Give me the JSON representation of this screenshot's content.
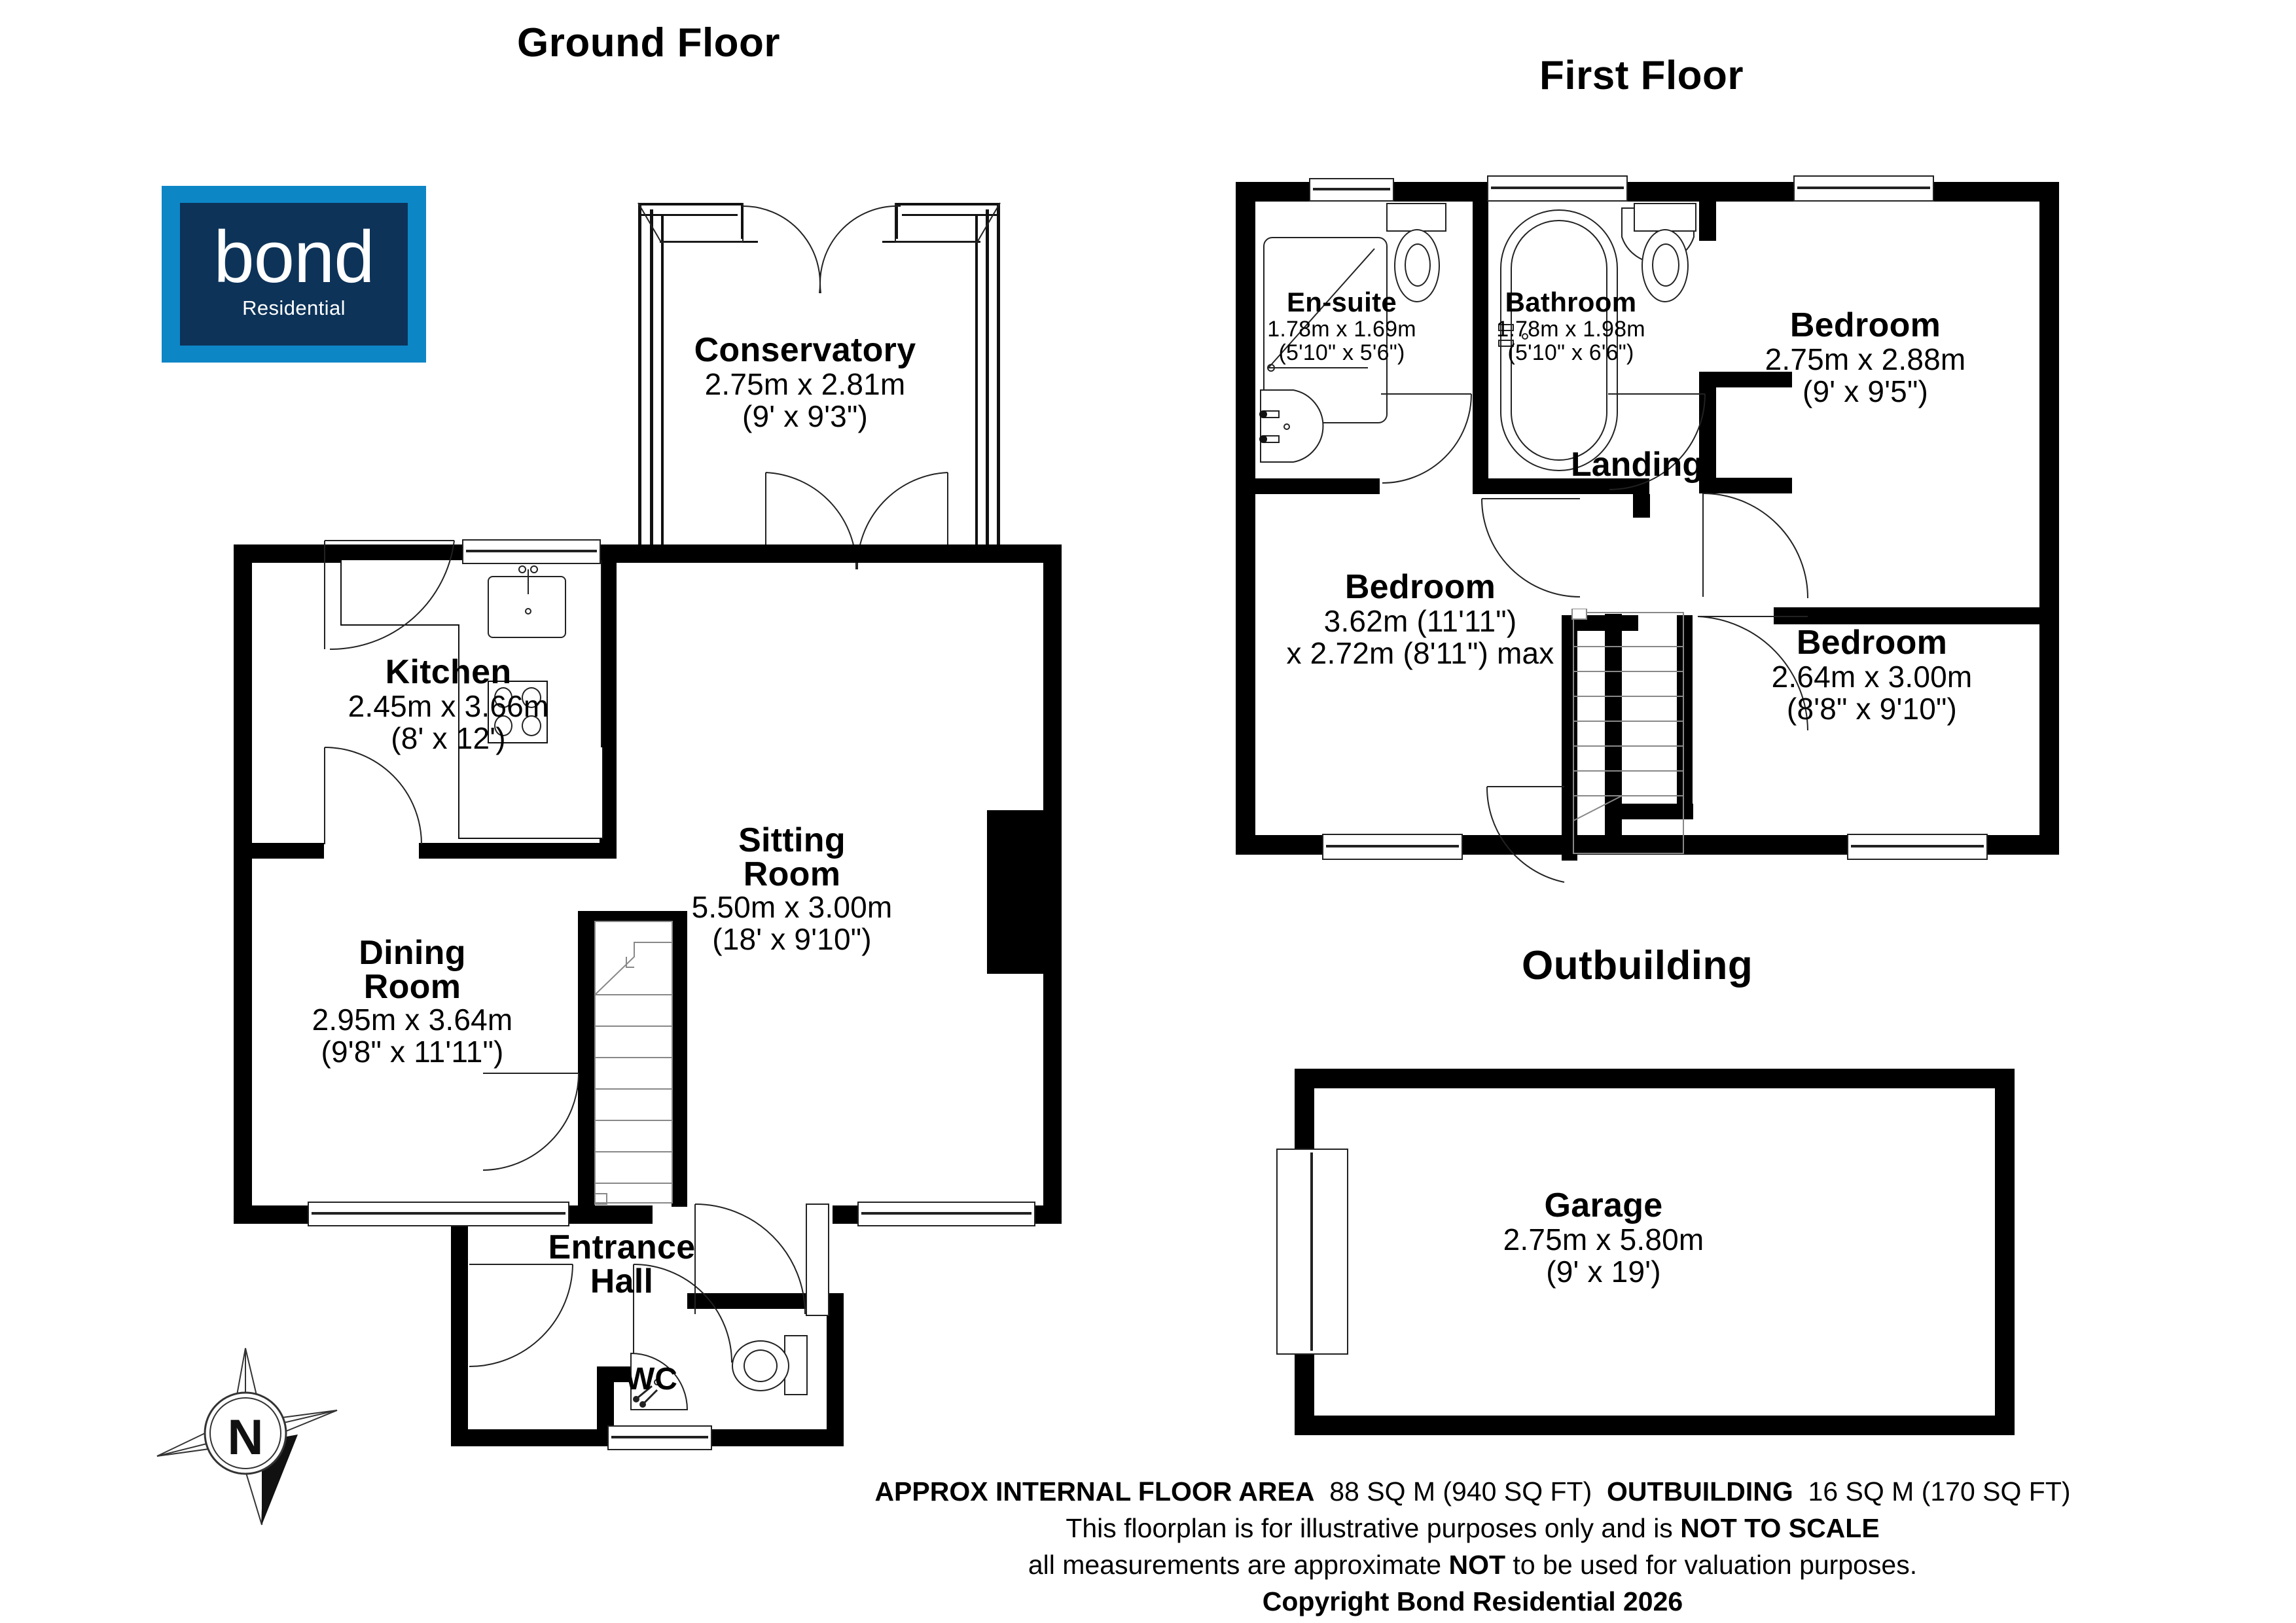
{
  "brand": {
    "logo_word": "bond",
    "logo_sub": "Residential"
  },
  "titles": {
    "ground_floor": "Ground Floor",
    "first_floor": "First Floor",
    "outbuilding": "Outbuilding"
  },
  "compass": {
    "north_letter": "N"
  },
  "ground_floor": {
    "rooms": [
      {
        "name": "Conservatory",
        "metric": "2.75m x 2.81m",
        "imperial": "(9' x 9'3\")"
      },
      {
        "name": "Kitchen",
        "metric": "2.45m x 3.66m",
        "imperial": "(8' x 12')"
      },
      {
        "name": "Sitting Room",
        "name_line1": "Sitting",
        "name_line2": "Room",
        "metric": "5.50m x 3.00m",
        "imperial": "(18' x 9'10\")"
      },
      {
        "name": "Dining Room",
        "name_line1": "Dining",
        "name_line2": "Room",
        "metric": "2.95m x 3.64m",
        "imperial": "(9'8\" x 11'11\")"
      },
      {
        "name": "Entrance Hall",
        "name_line1": "Entrance",
        "name_line2": "Hall",
        "metric": "",
        "imperial": ""
      },
      {
        "name": "WC",
        "metric": "",
        "imperial": ""
      }
    ]
  },
  "first_floor": {
    "rooms": [
      {
        "name": "En-suite",
        "metric": "1.78m x 1.69m",
        "imperial": "(5'10\" x 5'6\")"
      },
      {
        "name": "Bathroom",
        "metric": "1.78m x 1.98m",
        "imperial": "(5'10\" x 6'6\")"
      },
      {
        "name": "Bedroom",
        "metric": "2.75m x 2.88m",
        "imperial": "(9' x 9'5\")"
      },
      {
        "name": "Bedroom",
        "metric": "3.62m (11'11\")",
        "imperial": "x 2.72m (8'11\") max"
      },
      {
        "name": "Bedroom",
        "metric": "2.64m x 3.00m",
        "imperial": "(8'8\" x 9'10\")"
      },
      {
        "name": "Landing",
        "metric": "",
        "imperial": ""
      }
    ]
  },
  "outbuilding": {
    "rooms": [
      {
        "name": "Garage",
        "metric": "2.75m x 5.80m",
        "imperial": "(9' x 19')"
      }
    ]
  },
  "footer": {
    "line1_a": "APPROX INTERNAL FLOOR AREA",
    "line1_b": "88 SQ M (940 SQ FT)",
    "line1_c": "OUTBUILDING",
    "line1_d": "16 SQ M (170 SQ FT)",
    "line2_a": "This floorplan is for illustrative purposes only and is ",
    "line2_b": "NOT TO SCALE",
    "line3_a": "all measurements are approximate ",
    "line3_b": "NOT",
    "line3_c": " to be used for valuation purposes.",
    "line4": "Copyright Bond Residential 2026"
  },
  "colors": {
    "brand_light_blue": "#0d86c6",
    "brand_dark_blue": "#0d3359",
    "wall": "#000000",
    "background": "#ffffff"
  }
}
